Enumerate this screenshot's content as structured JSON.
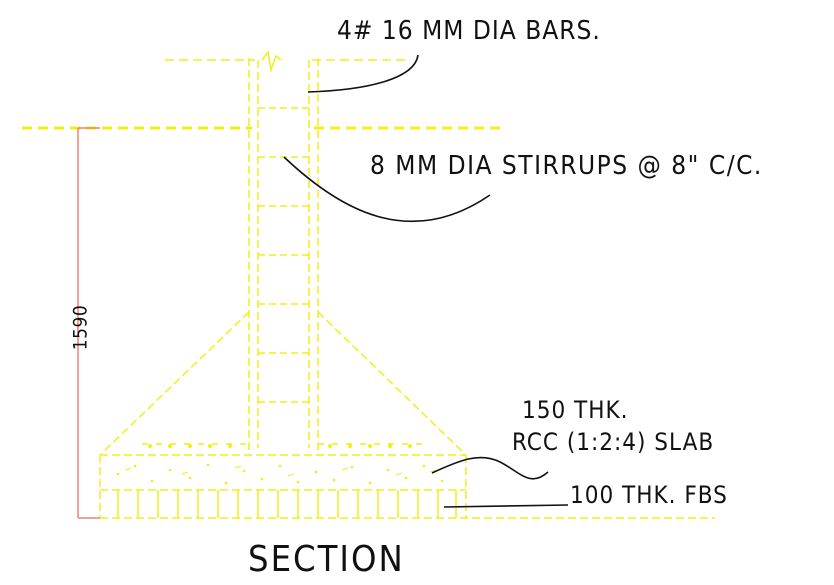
{
  "labels": {
    "bars": "4# 16 MM DIA BARS.",
    "stirrups": "8 MM DIA STIRRUPS @ 8\" C/C.",
    "slab_line1": "150 THK.",
    "slab_line2": "RCC (1:2:4) SLAB",
    "fbs": "100 THK. FBS",
    "section": "SECTION",
    "dimension": "1590"
  },
  "colors": {
    "concrete_lines": "#f2ee1a",
    "dimension_line": "#f08070",
    "leader_lines": "#111111",
    "text": "#111111",
    "background": "#ffffff"
  }
}
